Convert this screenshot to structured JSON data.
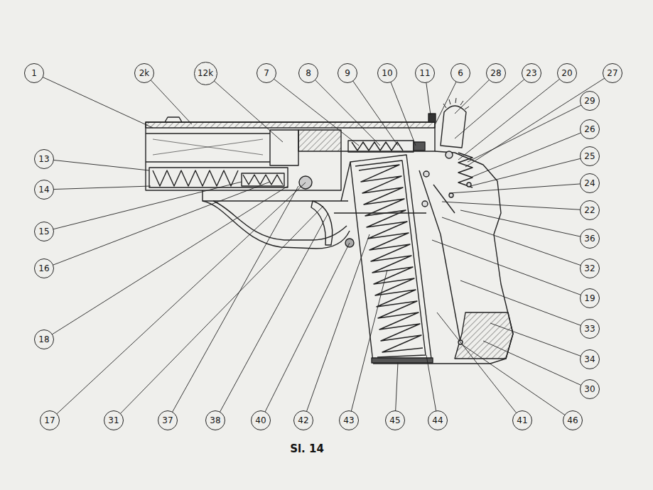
{
  "diagram": {
    "caption": "Sl. 14",
    "nodes": [
      {
        "text": [
          "1"
        ]
      },
      {
        "text": [
          "2k"
        ]
      },
      {
        "text": [
          "12k"
        ]
      },
      {
        "text": [
          "7"
        ]
      },
      {
        "text": [
          "8"
        ]
      },
      {
        "text": [
          "9"
        ]
      },
      {
        "text": [
          "10"
        ]
      },
      {
        "text": [
          "11"
        ]
      },
      {
        "text": [
          "6"
        ]
      },
      {
        "text": [
          "28"
        ]
      },
      {
        "text": [
          "23"
        ]
      },
      {
        "text": [
          "20"
        ]
      },
      {
        "text": [
          "27"
        ]
      },
      {
        "text": [
          "29"
        ]
      },
      {
        "text": [
          "26"
        ]
      },
      {
        "text": [
          "25"
        ]
      },
      {
        "text": [
          "24"
        ]
      },
      {
        "text": [
          "22"
        ]
      },
      {
        "text": [
          "36"
        ]
      },
      {
        "text": [
          "32"
        ]
      },
      {
        "text": [
          "19"
        ]
      },
      {
        "text": [
          "33"
        ]
      },
      {
        "text": [
          "34"
        ]
      },
      {
        "text": [
          "30"
        ]
      },
      {
        "text": [
          "13"
        ]
      },
      {
        "text": [
          "14"
        ]
      },
      {
        "text": [
          "15"
        ]
      },
      {
        "text": [
          "16"
        ]
      },
      {
        "text": [
          "18"
        ]
      },
      {
        "text": [
          "17"
        ]
      },
      {
        "text": [
          "31"
        ]
      },
      {
        "text": [
          "37"
        ]
      },
      {
        "text": [
          "38"
        ]
      },
      {
        "text": [
          "40"
        ]
      },
      {
        "text": [
          "42"
        ]
      },
      {
        "text": [
          "43"
        ]
      },
      {
        "text": [
          "45"
        ]
      },
      {
        "text": [
          "44"
        ]
      },
      {
        "text": [
          "41"
        ]
      },
      {
        "text": [
          "46"
        ]
      }
    ]
  }
}
